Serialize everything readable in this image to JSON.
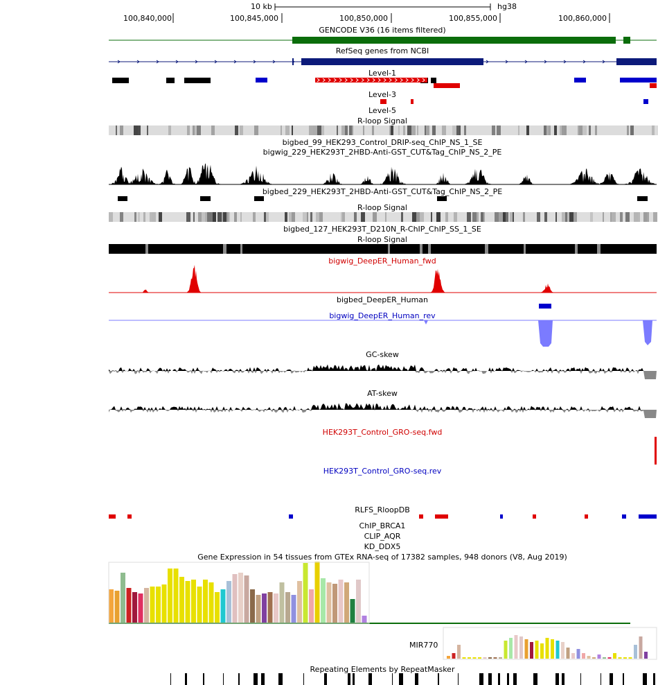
{
  "ruler": {
    "scale_label": "10 kb",
    "assembly": "hg38",
    "positions": [
      "100,840,000",
      "100,845,000",
      "100,850,000",
      "100,855,000",
      "100,860,000"
    ]
  },
  "tracks": {
    "gencode": "GENCODE V36 (16 items filtered)",
    "refseq": "RefSeq genes from NCBI",
    "level1": "Level-1",
    "level3": "Level-3",
    "level5": "Level-5",
    "rloop1": "R-loop Signal",
    "drip": "bigbed_99_HEK293_Control_DRIP-seq_ChIP_NS_1_SE",
    "cuttag_wig": "bigwig_229_HEK293T_2HBD-Anti-GST_CUT&Tag_ChIP_NS_2_PE",
    "cuttag_bed": "bigbed_229_HEK293T_2HBD-Anti-GST_CUT&Tag_ChIP_NS_2_PE",
    "rloop2": "R-loop Signal",
    "d210n": "bigbed_127_HEK293T_D210N_R-ChIP_ChIP_SS_1_SE",
    "rloop3": "R-loop Signal",
    "deeper_fwd": "bigwig_DeepER_Human_fwd",
    "deeper_bed": "bigbed_DeepER_Human",
    "deeper_rev": "bigwig_DeepER_Human_rev",
    "gc_skew": "GC-skew",
    "at_skew": "AT-skew",
    "gro_fwd": "HEK293T_Control_GRO-seq.fwd",
    "gro_rev": "HEK293T_Control_GRO-seq.rev",
    "rlfs": "RLFS_RloopDB",
    "brca1": "ChIP_BRCA1",
    "aqr": "CLIP_AQR",
    "ddx5": "KD_DDX5",
    "gtex": "Gene Expression in 54 tissues from GTEx RNA-seq of 17382 samples, 948 donors (V8, Aug 2019)",
    "mir770": "MIR770",
    "repeatmasker": "Repeating Elements by RepeatMasker"
  },
  "colors": {
    "gencode": "#0b6d0b",
    "refseq": "#0c1a7a",
    "fwd_red": "#e00000",
    "rev_blue": "#0000cc",
    "rev_wig": "#7b7bff",
    "skew_neg": "#888888"
  }
}
